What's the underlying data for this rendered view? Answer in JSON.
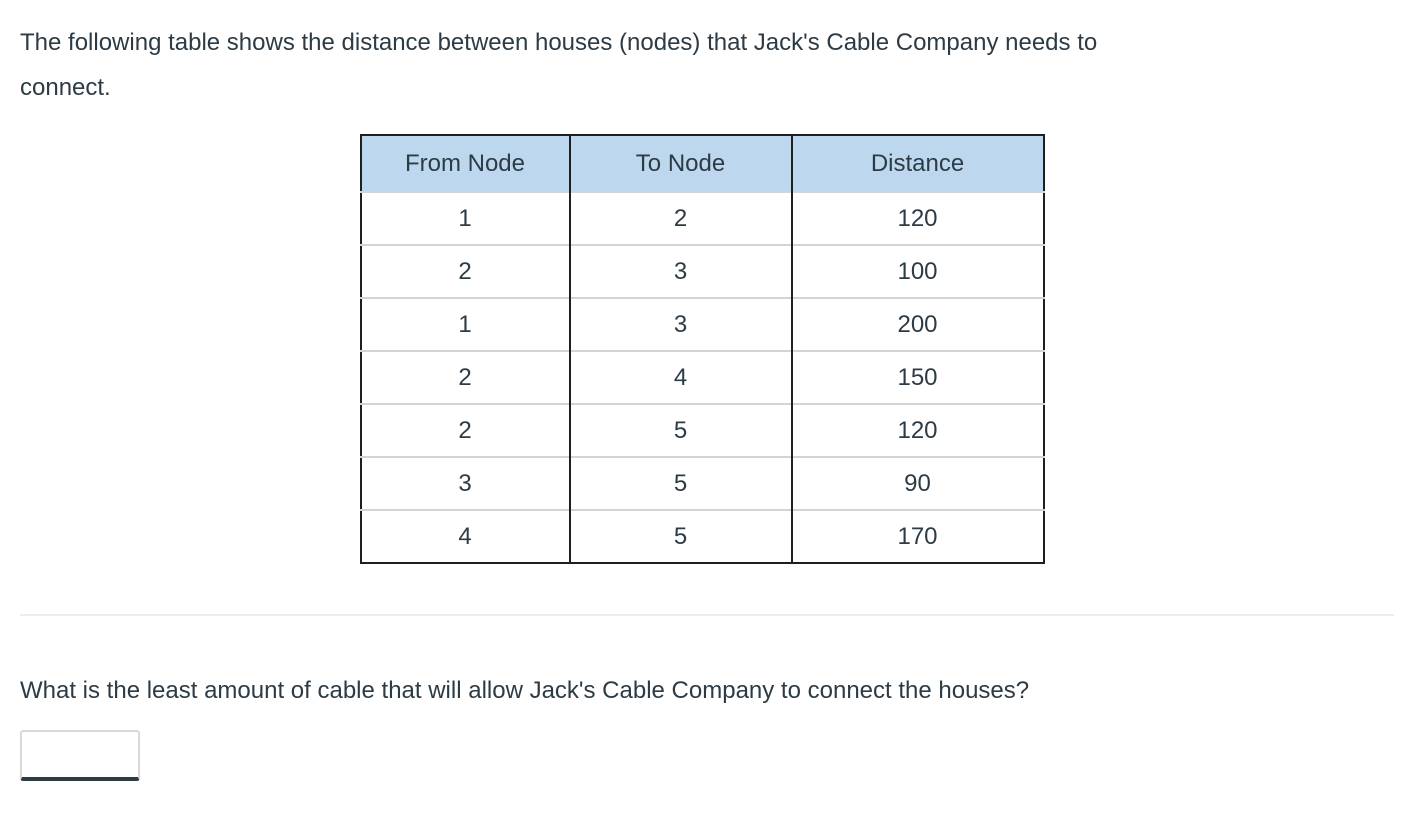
{
  "intro": {
    "lines": [
      "The following table shows the distance between houses (nodes) that Jack's Cable Company needs to",
      "connect."
    ]
  },
  "table": {
    "headers": [
      "From Node",
      "To Node",
      "Distance"
    ],
    "rows": [
      [
        "1",
        "2",
        "120"
      ],
      [
        "2",
        "3",
        "100"
      ],
      [
        "1",
        "3",
        "200"
      ],
      [
        "2",
        "4",
        "150"
      ],
      [
        "2",
        "5",
        "120"
      ],
      [
        "3",
        "5",
        "90"
      ],
      [
        "4",
        "5",
        "170"
      ]
    ]
  },
  "question": {
    "text": "What is the least amount of cable that will allow Jack's Cable Company to connect the houses?"
  },
  "answer": {
    "value": "",
    "placeholder": ""
  },
  "colors": {
    "text": "#2d3b45",
    "table_header_bg": "#bdd8ee",
    "table_outer_border": "#1f1f1f",
    "table_row_separator": "#d4d4d4",
    "divider": "#ececec",
    "input_border": "#d9d9d9",
    "input_underline": "#2d3b45"
  }
}
